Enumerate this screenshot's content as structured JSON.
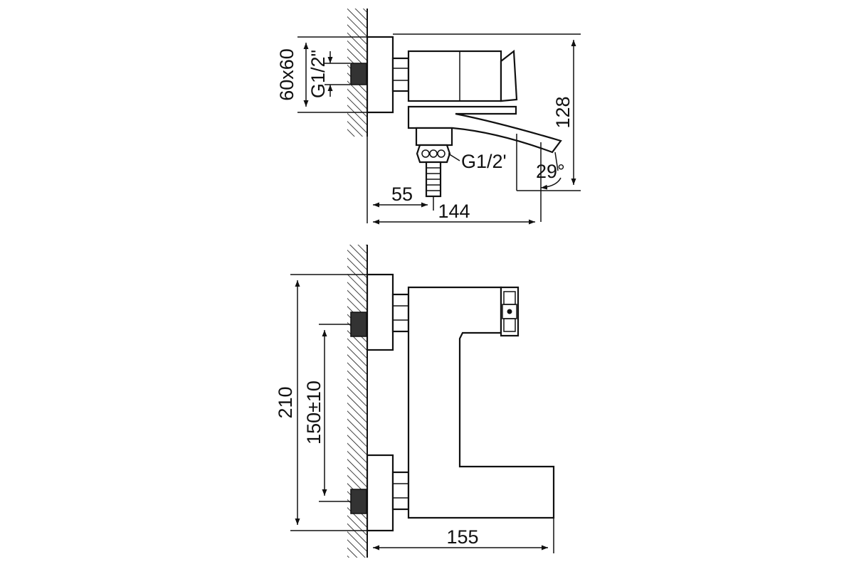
{
  "top_view": {
    "size_label": "60x60",
    "thread_label_wall": "G1/2\"",
    "thread_label_outlet": "G1/2'",
    "height_label": "128",
    "angle_label": "29°",
    "offset_label": "55",
    "depth_label": "144"
  },
  "front_view": {
    "height_label": "210",
    "centers_label": "150±10",
    "depth_label": "155"
  }
}
